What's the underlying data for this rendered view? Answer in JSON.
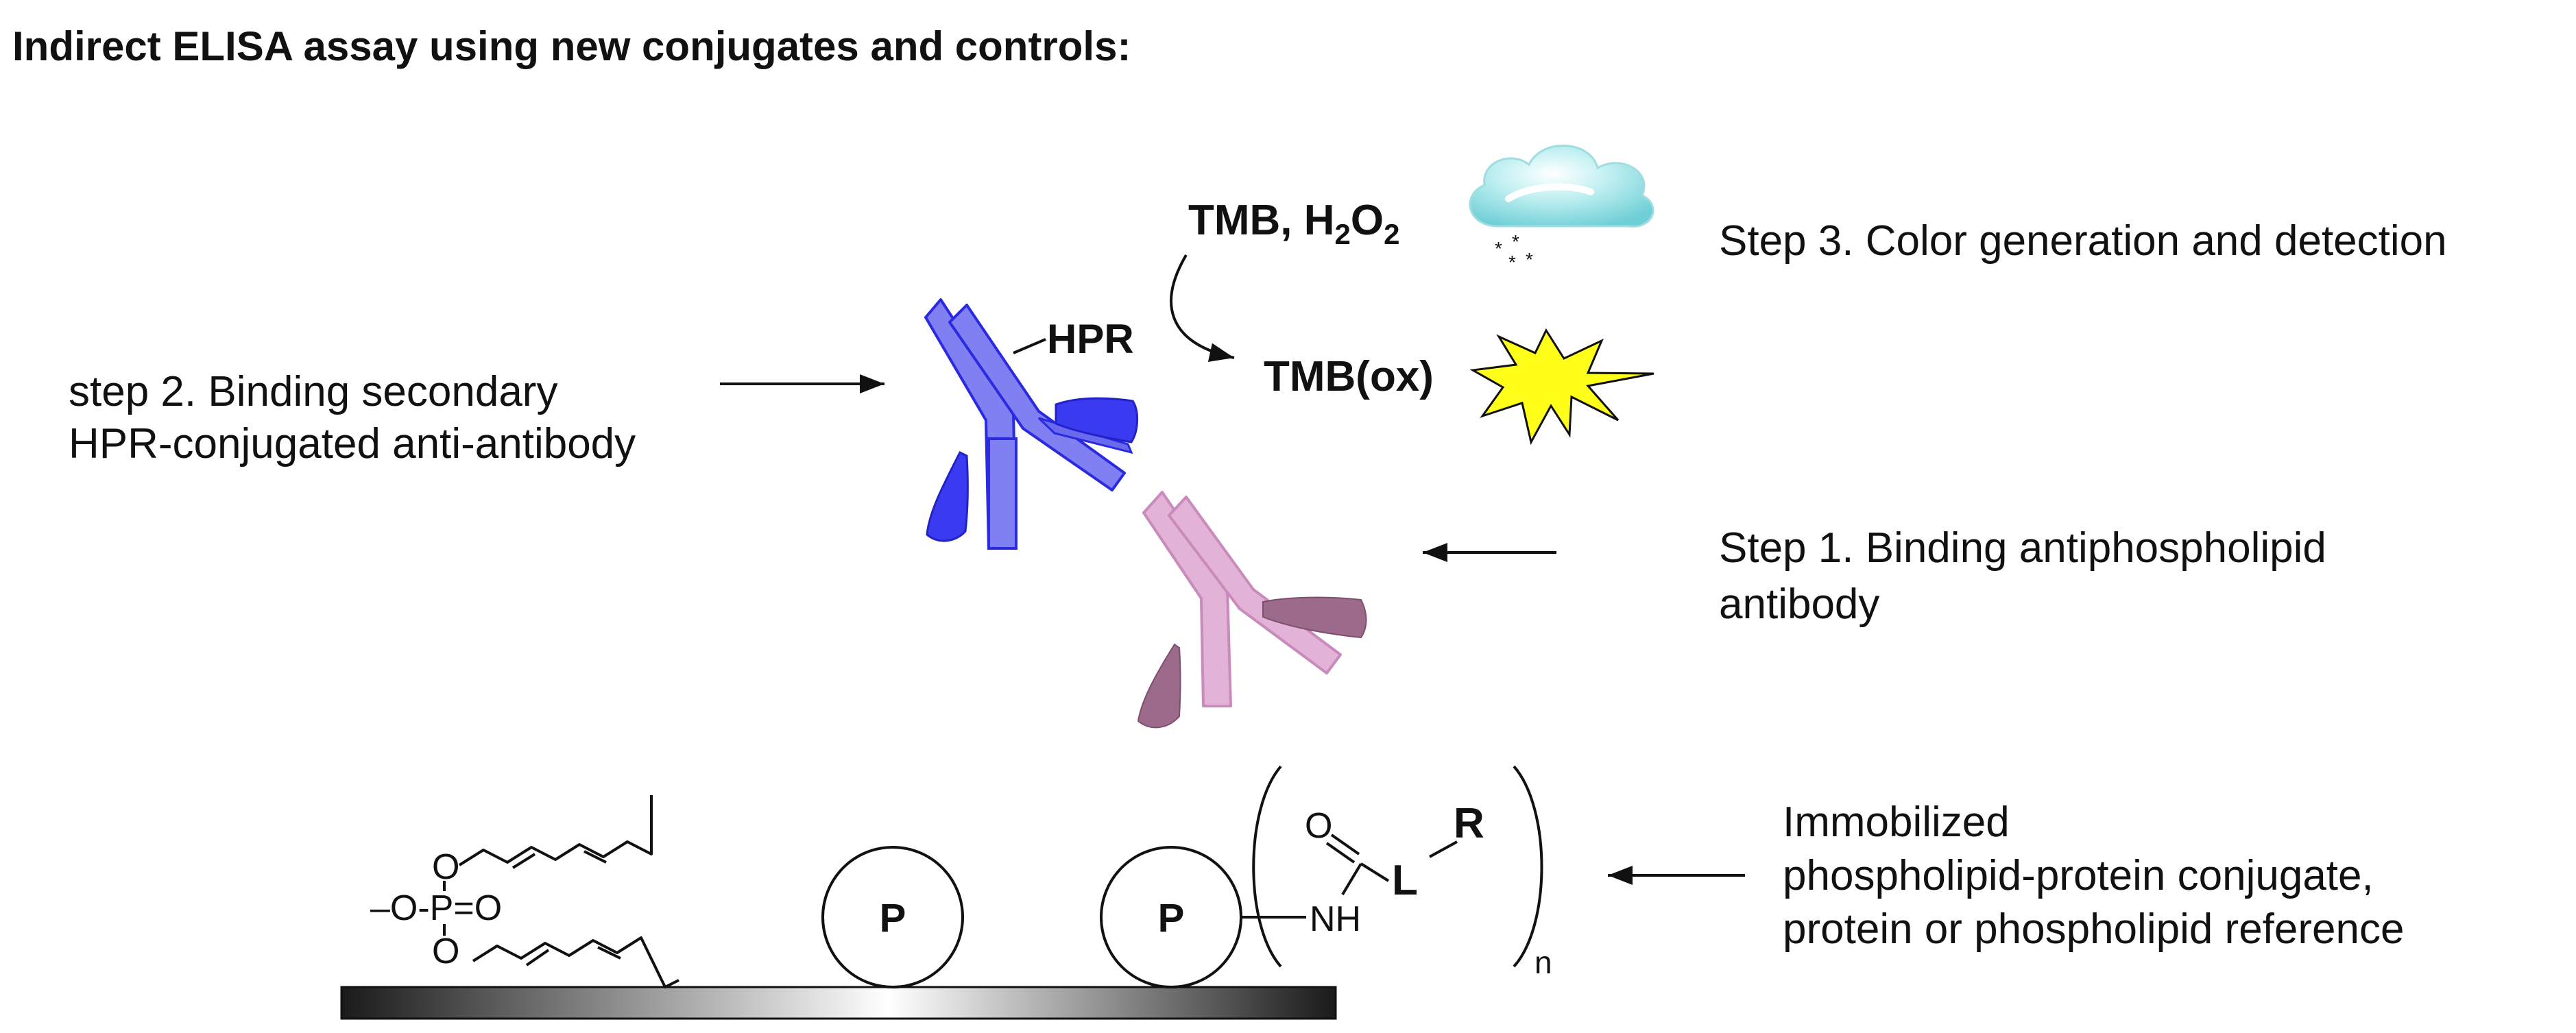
{
  "title": "Indirect ELISA assay using new conjugates and controls:",
  "step3": {
    "label": "Step 3. Color generation and detection"
  },
  "reagents": {
    "tmb_main": "TMB, H",
    "h_sub": "2",
    "o_main": "O",
    "o_sub": "2",
    "product": "TMB(ox)"
  },
  "secondary_antibody": {
    "tag": "HPR"
  },
  "step2": {
    "line1": "step 2. Binding secondary",
    "line2": "HPR-conjugated anti-antibody"
  },
  "step1": {
    "line1": "Step 1. Binding antiphospholipid",
    "line2": "antibody"
  },
  "surface": {
    "protein_label_1": "P",
    "protein_label_2": "P",
    "linker": {
      "O": "O",
      "NH": "NH",
      "L": "L",
      "R": "R",
      "repeat": "n"
    },
    "phospholipid": {
      "O_top": "O",
      "O_bottom": "O",
      "P_group": "–O-P=O"
    }
  },
  "immobilized": {
    "line1": "Immobilized",
    "line2": "phospholipid-protein conjugate,",
    "line3": "protein or phospholipid reference"
  },
  "colors": {
    "secondary_antibody": "#8080f2",
    "secondary_antibody_edge": "#2a2ae0",
    "secondary_antibody_fab": "#3a3af0",
    "primary_antibody": "#e2b3d6",
    "primary_antibody_edge": "#c98bbb",
    "primary_antibody_fab": "#9c6a8a",
    "burst": "#ffff1a",
    "cloud": "#8fdbe0"
  }
}
